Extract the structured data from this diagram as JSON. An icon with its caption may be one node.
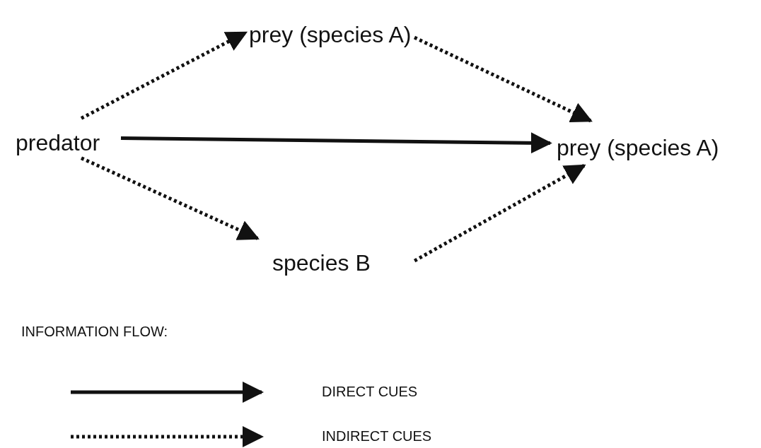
{
  "diagram": {
    "nodes": [
      {
        "text": [
          "predator"
        ]
      },
      {
        "text": [
          "prey (species A)"
        ]
      },
      {
        "text": [
          "prey (species A)"
        ]
      },
      {
        "text": [
          "species B"
        ]
      }
    ],
    "edges": [
      {
        "from": 0,
        "to": 1,
        "arrow": "to",
        "style": "dashed"
      },
      {
        "from": 1,
        "to": 2,
        "arrow": "to",
        "style": "dashed"
      },
      {
        "from": 0,
        "to": 2,
        "arrow": "to"
      },
      {
        "from": 0,
        "to": 3,
        "arrow": "to",
        "style": "dashed"
      },
      {
        "from": 3,
        "to": 2,
        "arrow": "to",
        "style": "dashed"
      }
    ],
    "labels": [
      "INFORMATION FLOW:"
    ],
    "legend": [
      {
        "text": "DIRECT CUES"
      },
      {
        "text": "INDIRECT CUES"
      }
    ]
  }
}
